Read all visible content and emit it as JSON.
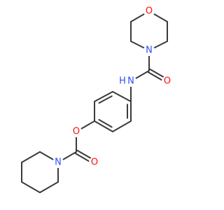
{
  "molecule": {
    "atoms": [
      {
        "id": "morph_O",
        "symbol": "O",
        "color": "#ff0d0d"
      },
      {
        "id": "morph_N",
        "symbol": "N",
        "color": "#3050f8"
      },
      {
        "id": "urea_O",
        "symbol": "O",
        "color": "#ff0d0d"
      },
      {
        "id": "NH",
        "symbol": "H",
        "color": "#3050f8"
      },
      {
        "id": "NH_N",
        "symbol": "N",
        "color": "#3050f8"
      },
      {
        "id": "ester_O",
        "symbol": "O",
        "color": "#ff0d0d"
      },
      {
        "id": "carbonyl_O",
        "symbol": "O",
        "color": "#ff0d0d"
      },
      {
        "id": "pip_N",
        "symbol": "N",
        "color": "#3050f8"
      }
    ],
    "bond_color": "#3a3a3a"
  }
}
